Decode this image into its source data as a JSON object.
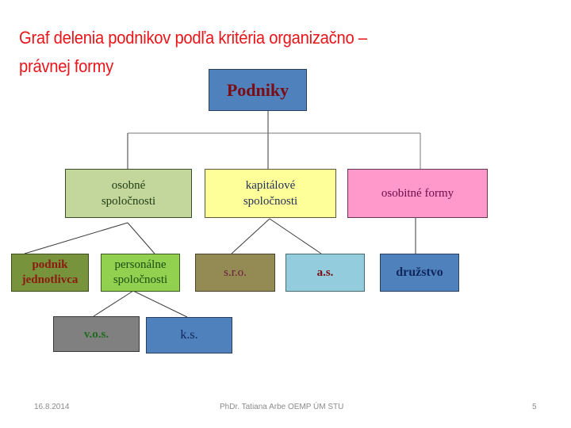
{
  "title": {
    "line1": "Graf delenia podnikov podľa kritéria organizačno –",
    "line2": "právnej formy",
    "color": "#e8161b"
  },
  "diagram": {
    "root": {
      "label": "Podniky",
      "fill": "#4f81bd",
      "text_color": "#7b0c13"
    },
    "level1": [
      {
        "id": "osobne",
        "label_line1": "osobné",
        "label_line2": "spoločnosti",
        "fill": "#c3d69b",
        "text_color": "#1f3d14"
      },
      {
        "id": "kapitalove",
        "label_line1": "kapitálové",
        "label_line2": "spoločnosti",
        "fill": "#ffff99",
        "text_color": "#1f2f5a"
      },
      {
        "id": "osobitne",
        "label": "osobitné formy",
        "fill": "#ff99cc",
        "text_color": "#6b0d4a"
      }
    ],
    "level2": [
      {
        "id": "podnik-jednotlivca",
        "parent": "osobne",
        "label_line1": "podnik",
        "label_line2": "jednotlivca",
        "fill": "#77933c",
        "text_color": "#8b1a10"
      },
      {
        "id": "personalne",
        "parent": "osobne",
        "label_line1": "personálne",
        "label_line2": "spoločnosti",
        "fill": "#92d050",
        "text_color": "#1b4d12"
      },
      {
        "id": "sro",
        "parent": "kapitalove",
        "label": "s.r.o.",
        "fill": "#948a54",
        "text_color": "#6b1d3a"
      },
      {
        "id": "as",
        "parent": "kapitalove",
        "label": "a.s.",
        "fill": "#93cddd",
        "text_color": "#7b0c13"
      },
      {
        "id": "druzstvo",
        "parent": "osobitne",
        "label": "družstvo",
        "fill": "#4f81bd",
        "text_color": "#10275c"
      }
    ],
    "level3": [
      {
        "id": "vos",
        "parent": "personalne",
        "label": "v.o.s.",
        "fill": "#808080",
        "text_color": "#1e6b1e"
      },
      {
        "id": "ks",
        "parent": "personalne",
        "label": "k.s.",
        "fill": "#4f81bd",
        "text_color": "#10275c"
      }
    ]
  },
  "footer": {
    "date": "16.8.2014",
    "author": "PhDr. Tatiana Arbe OEMP ÚM STU",
    "page": "5"
  }
}
